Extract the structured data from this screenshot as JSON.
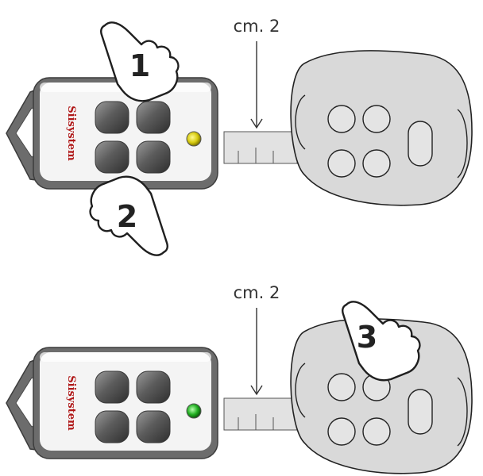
{
  "panels": [
    {
      "distance_label": "cm. 2",
      "led_color": "#d8cc10",
      "steps": [
        "1",
        "2"
      ]
    },
    {
      "distance_label": "cm. 2",
      "led_color": "#22b022",
      "steps": [
        "3"
      ]
    }
  ],
  "remote": {
    "brand_label": "Siisystem",
    "button_count": 4
  },
  "car_key": {
    "button_count": 4
  },
  "colors": {
    "remote_body": "#f4f4f4",
    "remote_frame": "#6c6c6c",
    "remote_button": "#6a6a6a",
    "car_key_body": "#d9d9d9",
    "distance_gauge": "#e2e2e2",
    "brand_red": "#b01818"
  },
  "icons": [
    "pointing-hand-icon",
    "led-indicator-icon",
    "car-key-fob-icon",
    "ruler-gauge-icon"
  ]
}
